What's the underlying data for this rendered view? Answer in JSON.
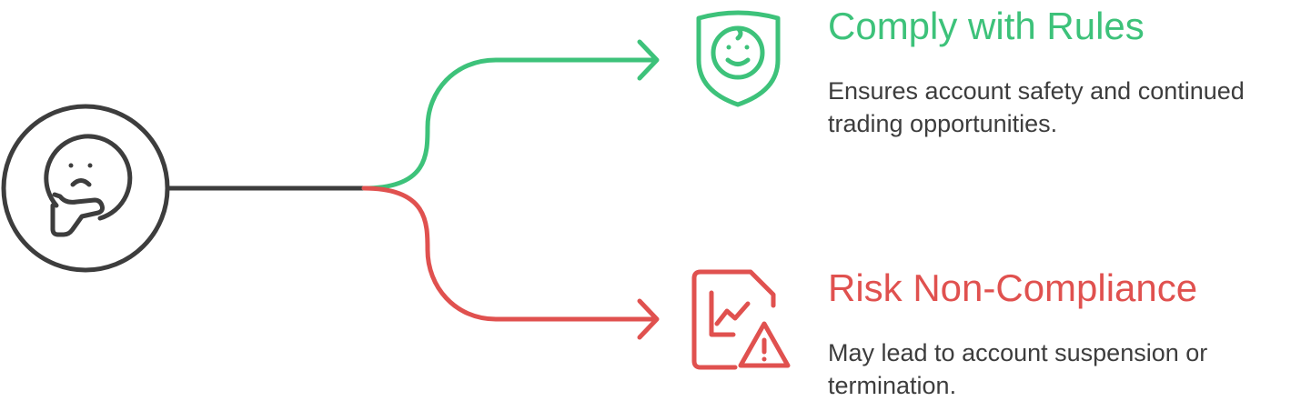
{
  "colors": {
    "neutral": "#3d3d3d",
    "comply": "#3dc27a",
    "risk": "#e0514f"
  },
  "decision_icon": "thinking-face-icon",
  "branches": [
    {
      "key": "comply",
      "title": "Comply with Rules",
      "description": "Ensures account safety and continued trading opportunities.",
      "icon": "smiling-shield-icon"
    },
    {
      "key": "risk",
      "title": "Risk Non-Compliance",
      "description": "May lead to account suspension or termination.",
      "icon": "document-warning-icon"
    }
  ]
}
